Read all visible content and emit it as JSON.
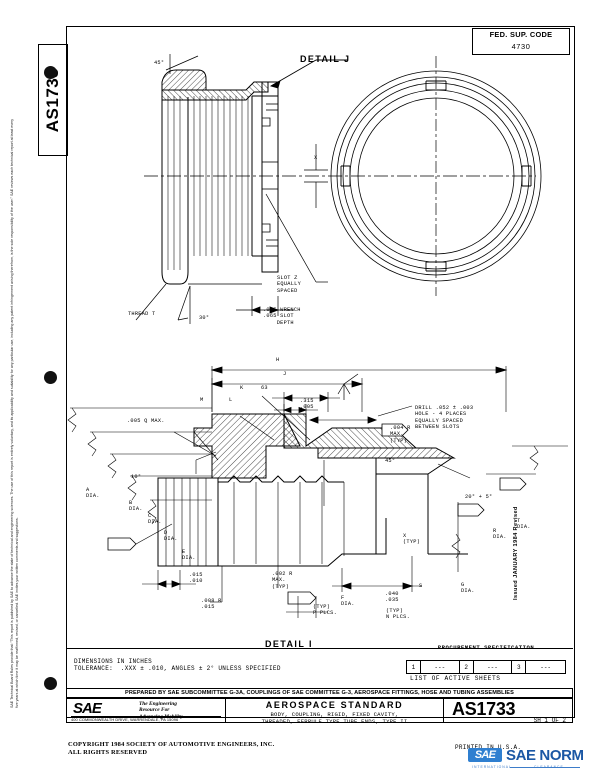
{
  "sheet": {
    "standard_tab": "AS1733",
    "fed_sup_code": {
      "label": "FED. SUP. CODE",
      "value": "4730"
    },
    "issued_text": "Issued  JANUARY 1984  Revised",
    "board_notice": "SAE Technical Board Rules provide that:  \"This report is published by SAE to advance the state of technical and engineering sciences.  The use of this report is entirely voluntary, and its applicability and suitability for any particular use, including any patent infringement arising therefrom, is the sole responsibility of the user.\"   SAE reviews each technical report at least every five years at which time it may be reaffirmed, revised, or cancelled.  SAE invites your written comments and suggestions."
  },
  "views": {
    "detail_j_callout": "DETAIL J",
    "detail_i_title": "DETAIL I",
    "upper": {
      "angle_45": "45°",
      "angle_30": "30°",
      "thread_t": "THREAD T",
      "slot_note": "SLOT Z\nEQUALLY\nSPACED",
      "wrench_note": ".095 WRENCH\n.065 SLOT\n    DEPTH",
      "dim_x": "X"
    },
    "lower": {
      "dim_h": "H",
      "dim_j": "J",
      "dim_k": "K",
      "dim_l": "L",
      "dim_m": "M",
      "dim_n": "N",
      "dim_s": "S",
      "dim_x_typ": "X\n(TYP)",
      "finish_63": "63",
      "a_dia": "A\nDIA.",
      "b_dia": "B\nDIA.",
      "c_dia": "C\nDIA.",
      "d_dia": "D\nDIA.",
      "e_dia": "E\nDIA.",
      "f_dia": "F\nDIA.",
      "g_dia": "G\nDIA.",
      "p_dia": "P\nDIA.",
      "r_dia": "R\nDIA.",
      "t_dia": "T\nDIA.",
      "note_005_q": ".005 Q MAX.",
      "note_315": ".315\n.005",
      "note_004r": ".004 R\nMAX.\n(TYP)",
      "note_002r": ".002 R\nMAX.\n(TYP)",
      "note_008r": ".008 R\n.015",
      "note_015": ".015\n.010",
      "note_040": ".040\n.035",
      "angle_10": "10°",
      "angle_45": "45°",
      "angle_20": "20° + 5°",
      "drill_note": "DRILL .052 ± .003\nHOLE - 4 PLACES\nEQUALLY SPACED\nBETWEEN SLOTS",
      "flag_1": "1",
      "flag_2": "2",
      "flag_3": "3",
      "typ_p_plcs": "(TYP)\nP PLCS.",
      "typ_n_plcs": "(TYP)\nN PLCS."
    }
  },
  "title_block": {
    "dimensions_note_line1": "DIMENSIONS IN INCHES",
    "dimensions_note_line2": "TOLERANCE:  .XXX ± .010, ANGLES ± 2° UNLESS SPECIFIED",
    "procurement_spec_title": "PROCUREMENT SPECIFICATION",
    "sheet_table": [
      {
        "num": "1",
        "val": "---"
      },
      {
        "num": "2",
        "val": "---"
      },
      {
        "num": "3",
        "val": "---"
      }
    ],
    "list_of_active_sheets": "LIST OF ACTIVE SHEETS",
    "prepared_by": "PREPARED BY SAE SUBCOMMITTEE G-3A, COUPLINGS OF SAE COMMITTEE G-3, AEROSPACE FITTINGS, HOSE AND TUBING ASSEMBLIES",
    "logo": {
      "wordmark": "SAE",
      "tagline_line1": "The Engineering",
      "tagline_line2": "Resource For",
      "tagline_line3": "Advancing Mobility",
      "address": "400 COMMONWEALTH DRIVE, WARRENDALE, PA 15096"
    },
    "document_type": "AEROSPACE     STANDARD",
    "title_line1": "BODY, COUPLING, RIGID, FIXED CAVITY,",
    "title_line2": "THREADED, FERRULE TYPE TUBE ENDS, TYPE II",
    "part_number": "AS1733",
    "sheet_number": "SH 1 OF 2",
    "copyright_line1": "COPYRIGHT 1984 SOCIETY OF AUTOMOTIVE ENGINEERS, INC.",
    "copyright_line2": "ALL RIGHTS RESERVED",
    "printed_in": "PRINTED IN U.S.A."
  },
  "watermark": {
    "badge": "SAE",
    "text": "SAE NORM",
    "sub_left": "INTERNATIONAL",
    "sub_right": "CLEARANCE"
  },
  "colors": {
    "ink": "#000000",
    "watermark_blue": "#1b57a4",
    "paper": "#ffffff"
  }
}
